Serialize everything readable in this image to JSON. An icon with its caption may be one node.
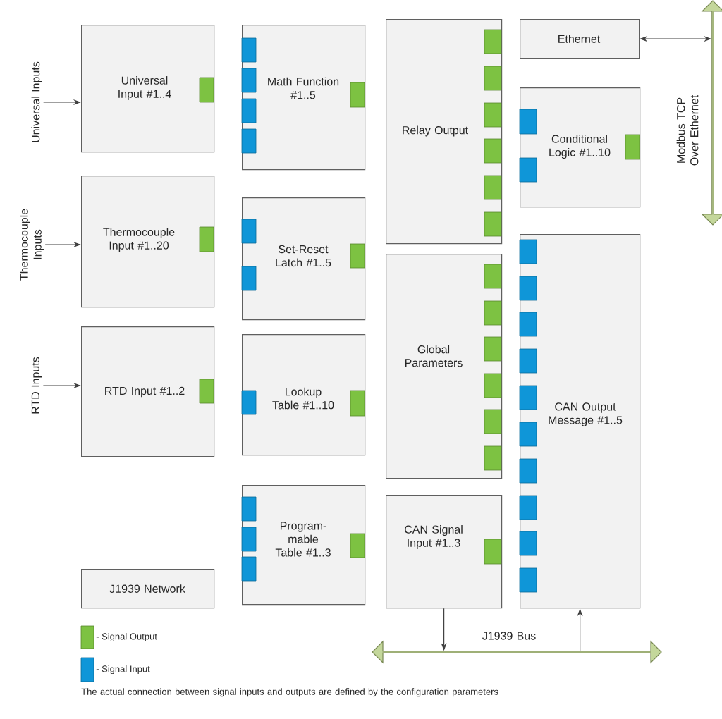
{
  "diagram": {
    "nodes": [
      {
        "text": [
          "Universal Input #1..4"
        ]
      },
      {
        "text": [
          "Math Function #1..5"
        ]
      },
      {
        "text": [
          "Relay Output"
        ]
      },
      {
        "text": [
          "Ethernet"
        ]
      },
      {
        "text": [
          "Conditional Logic #1..10"
        ]
      },
      {
        "text": [
          "Thermocouple Input #1..20"
        ]
      },
      {
        "text": [
          "Set-Reset Latch #1..5"
        ]
      },
      {
        "text": [
          "Global Parameters"
        ]
      },
      {
        "text": [
          "CAN Output Message #1..5"
        ]
      },
      {
        "text": [
          "RTD Input #1..2"
        ]
      },
      {
        "text": [
          "Lookup Table #1..10"
        ]
      },
      {
        "text": [
          "Program- mable Table #1..3"
        ]
      },
      {
        "text": [
          "CAN Signal Input #1..3"
        ]
      },
      {
        "text": [
          "J1939 Network"
        ]
      },
      {
        "text": [
          "Universal Inputs"
        ]
      },
      {
        "text": [
          "Thermocouple Inputs"
        ]
      },
      {
        "text": [
          "RTD Inputs"
        ]
      },
      {
        "text": [],
        "shape": "bar",
        "beside": [
          "Modbus TCP Over Ethernet"
        ]
      },
      {
        "text": [],
        "shape": "bar",
        "beside": [
          "J1939 Bus"
        ]
      }
    ],
    "edges": [
      {
        "from": 14,
        "to": 0,
        "arrow": "to"
      },
      {
        "from": 15,
        "to": 5,
        "arrow": "to"
      },
      {
        "from": 16,
        "to": 9,
        "arrow": "to"
      },
      {
        "from": 3,
        "to": 17,
        "arrow": "both"
      },
      {
        "from": 12,
        "to": 18,
        "arrow": "to"
      },
      {
        "from": 18,
        "to": 8,
        "arrow": "to"
      }
    ],
    "legend": [
      {
        "text": "- Signal Output",
        "color": "#7dc242"
      },
      {
        "text": "- Signal Input",
        "color": "#0f96d8"
      }
    ],
    "caption": "The actual connection between signal inputs and outputs are defined by the configuration parameters"
  }
}
